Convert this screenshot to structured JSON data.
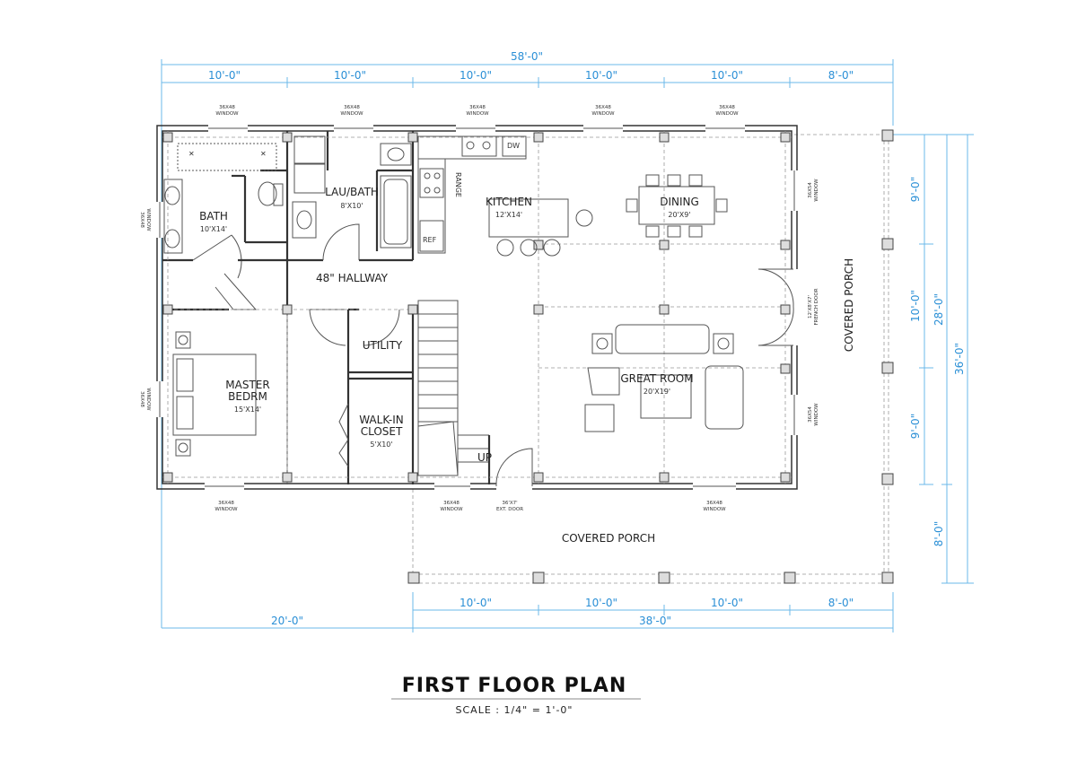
{
  "title": "FIRST FLOOR PLAN",
  "scale": "SCALE :  1/4\" = 1'-0\"",
  "dimensions": {
    "overall_top": "58'-0\"",
    "top_segments": [
      "10'-0\"",
      "10'-0\"",
      "10'-0\"",
      "10'-0\"",
      "10'-0\"",
      "8'-0\""
    ],
    "bottom_segments": [
      "10'-0\"",
      "10'-0\"",
      "10'-0\"",
      "8'-0\""
    ],
    "bottom_left": "20'-0\"",
    "bottom_right": "38'-0\"",
    "right_inner": [
      "9'-0\"",
      "10'-0\"",
      "9'-0\"",
      "8'-0\""
    ],
    "right_mid": "28'-0\"",
    "right_outer": "36'-0\""
  },
  "rooms": {
    "bath": {
      "name": "BATH",
      "size": "10'X14'"
    },
    "laundry": {
      "name": "LAU/BATH",
      "size": "8'X10'"
    },
    "kitchen": {
      "name": "KITCHEN",
      "size": "12'X14'"
    },
    "dining": {
      "name": "DINING",
      "size": "20'X9'"
    },
    "hallway": {
      "name": "48\" HALLWAY"
    },
    "utility": {
      "name": "UTILITY"
    },
    "master_line1": "MASTER",
    "master_line2": "BEDRM",
    "master_size": "15'X14'",
    "closet_line1": "WALK-IN",
    "closet_line2": "CLOSET",
    "closet_size": "5'X10'",
    "great_room": {
      "name": "GREAT ROOM",
      "size": "20'X19'"
    },
    "porch_right": "COVERED PORCH",
    "porch_bottom": "COVERED PORCH",
    "stair_up": "UP"
  },
  "fixtures": {
    "dw": "DW",
    "range": "RANGE",
    "ref": "REF"
  },
  "notes": {
    "window": "36X48",
    "window2": "WINDOW",
    "window_side": "36X54",
    "french_door_1": "12'X8'X7'",
    "french_door_2": "FRENCH DOOR",
    "ext_door_1": "36'X7'",
    "ext_door_2": "EXT. DOOR"
  }
}
